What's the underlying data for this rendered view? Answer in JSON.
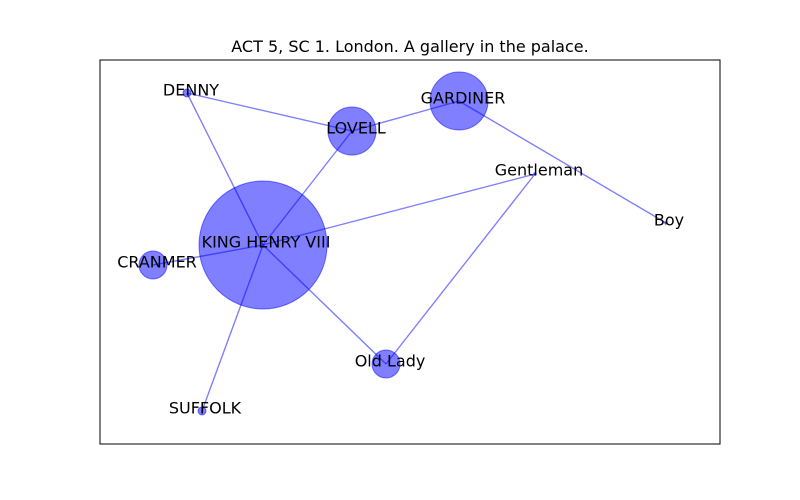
{
  "title": "ACT 5, SC 1. London. A gallery in the palace.",
  "colors": {
    "node": "#0000ff",
    "edge": "#0000ff",
    "frame": "#000000",
    "background": "#ffffff"
  },
  "nodes": [
    {
      "id": "king_henry",
      "label": "KING HENRY VIII",
      "size": "largest"
    },
    {
      "id": "gardiner",
      "label": "GARDINER",
      "size": "large"
    },
    {
      "id": "lovell",
      "label": "LOVELL",
      "size": "medium"
    },
    {
      "id": "cranmer",
      "label": "CRANMER",
      "size": "small"
    },
    {
      "id": "old_lady",
      "label": "Old Lady",
      "size": "small"
    },
    {
      "id": "denny",
      "label": "DENNY",
      "size": "tiny"
    },
    {
      "id": "suffolk",
      "label": "SUFFOLK",
      "size": "tiny"
    },
    {
      "id": "gentleman",
      "label": "Gentleman",
      "size": "dot"
    },
    {
      "id": "boy",
      "label": "Boy",
      "size": "dot"
    }
  ],
  "edges": [
    [
      "denny",
      "king_henry"
    ],
    [
      "denny",
      "lovell"
    ],
    [
      "lovell",
      "gardiner"
    ],
    [
      "lovell",
      "king_henry"
    ],
    [
      "gardiner",
      "boy"
    ],
    [
      "king_henry",
      "gentleman"
    ],
    [
      "king_henry",
      "cranmer"
    ],
    [
      "king_henry",
      "old_lady"
    ],
    [
      "king_henry",
      "suffolk"
    ],
    [
      "gentleman",
      "old_lady"
    ]
  ]
}
